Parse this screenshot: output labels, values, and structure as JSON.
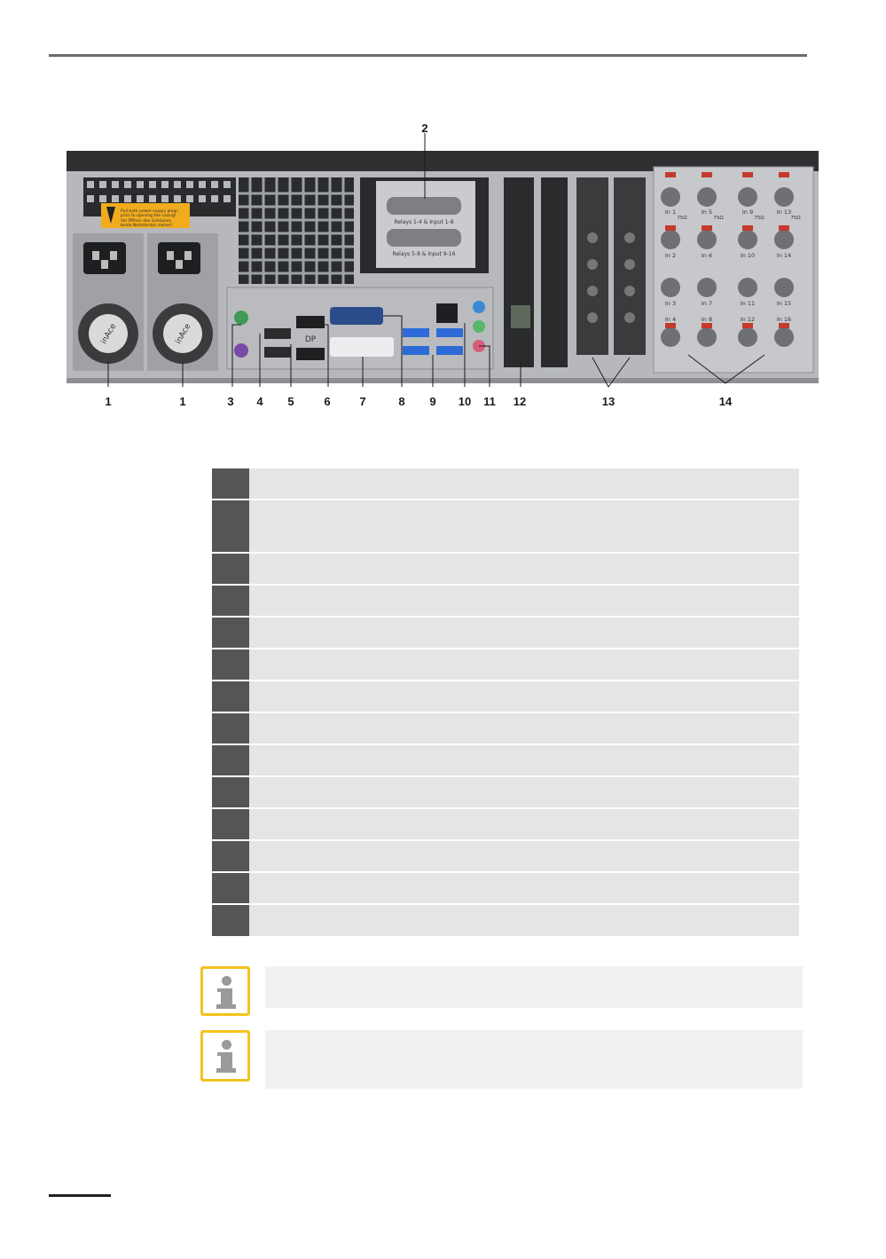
{
  "figure": {
    "warning_label": "Pull both power-supply plugs prior to opening the casing! Vor Öffnen des Gehäuses beide Netzstecker ziehen!",
    "psu_brand": "inAce",
    "connector_labels": {
      "relays_top": "Relays 1-4 & Input 1-8",
      "relays_bottom": "Relays 5-8 & Input 9-16",
      "dp": "DP"
    },
    "bnc_inputs": [
      "In 1",
      "In 2",
      "In 3",
      "In 4",
      "In 5",
      "In 6",
      "In 7",
      "In 8",
      "In 9",
      "In 10",
      "In 11",
      "In 12",
      "In 13",
      "In 14",
      "In 15",
      "In 16"
    ],
    "impedance": "75Ω",
    "callouts": [
      "1",
      "1",
      "2",
      "3",
      "4",
      "5",
      "6",
      "7",
      "8",
      "9",
      "10",
      "11",
      "12",
      "13",
      "14"
    ]
  },
  "legend_rows": 14,
  "notes": 2
}
